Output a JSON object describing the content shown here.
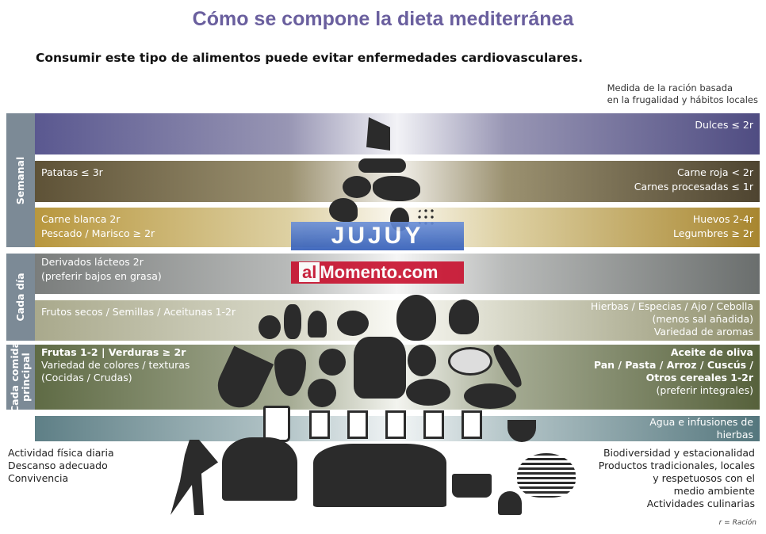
{
  "title": "Cómo se compone la dieta mediterránea",
  "subtitle": "Consumir este tipo de alimentos puede evitar enfermedades cardiovasculares.",
  "measure": [
    "Medida de la ración basada",
    "en la frugalidad y hábitos locales"
  ],
  "groups": {
    "weekly": "Semanal",
    "daily": "Cada día",
    "meal": [
      "Cada comida",
      "principal"
    ]
  },
  "bands": {
    "sweets": {
      "right": "Dulces ≤ 2r"
    },
    "meat": {
      "left": "Patatas ≤ 3r",
      "right": [
        "Carne roja < 2r",
        "Carnes procesadas ≤ 1r"
      ]
    },
    "protein": {
      "left": [
        "Carne blanca 2r",
        "Pescado / Marisco ≥ 2r"
      ],
      "right": [
        "Huevos 2-4r",
        "Legumbres ≥ 2r"
      ]
    },
    "dairy": {
      "left": [
        "Derivados lácteos 2r",
        "(preferir bajos en grasa)"
      ]
    },
    "nuts": {
      "left": "Frutos secos / Semillas / Aceitunas 1-2r",
      "right": [
        "Hierbas / Especias / Ajo / Cebolla",
        "(menos sal añadida)",
        "Variedad de aromas"
      ]
    },
    "meal": {
      "left": [
        "Frutas 1-2 | Verduras ≥ 2r",
        "Variedad de colores / texturas",
        "(Cocidas / Crudas)"
      ],
      "right": [
        "Aceite de oliva",
        "Pan / Pasta / Arroz / Cuscús /",
        "Otros cereales 1-2r",
        "(preferir integrales)"
      ]
    },
    "water": {
      "right": [
        "Agua e infusiones de",
        "hierbas"
      ]
    }
  },
  "footer_left": [
    "Actividad física diaria",
    "Descanso adecuado",
    "Convivencia"
  ],
  "footer_right": [
    "Biodiversidad y estacionalidad",
    "Productos tradicionales, locales",
    "y respetuosos con el",
    "medio ambiente",
    "Actividades culinarias"
  ],
  "legend": "r = Ración",
  "watermark": {
    "top": "JUJUY",
    "al": "al",
    "rest": "Momento.com"
  }
}
